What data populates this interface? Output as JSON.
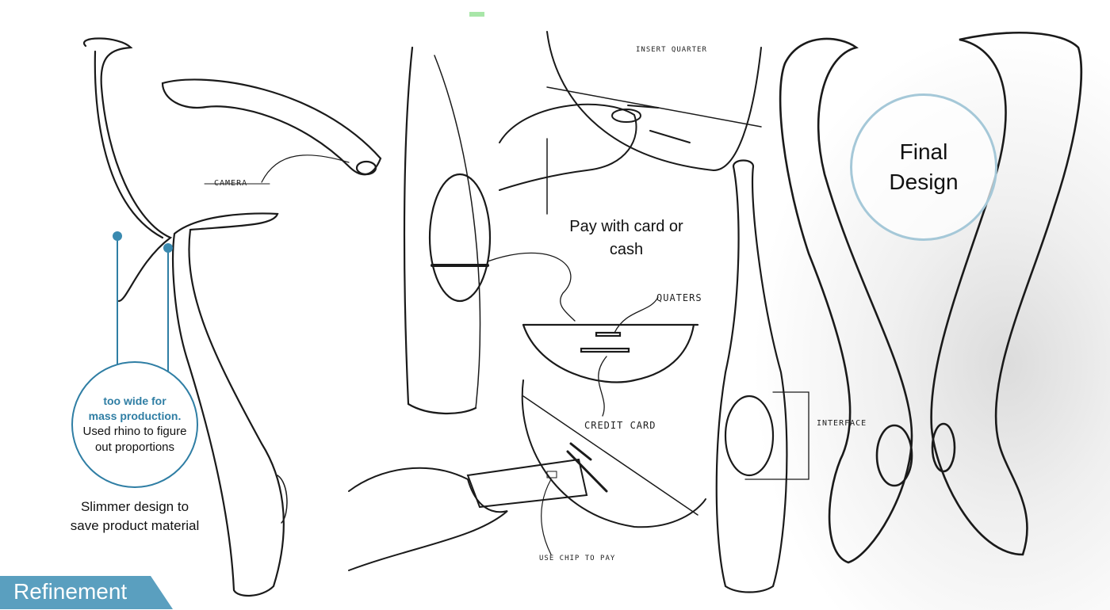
{
  "section_banner": "Refinement",
  "annotations": {
    "camera": "CAMERA",
    "insert_quarter": "INSERT QUARTER",
    "quarters": "QUATERS",
    "credit_card": "CREDIT CARD",
    "use_chip": "USE CHIP TO PAY",
    "interface": "INTERFACE"
  },
  "note_circle": {
    "bold_line1": "too wide for",
    "bold_line2": "mass production.",
    "line3": "Used rhino to figure",
    "line4": "out proportions"
  },
  "slimmer_note": {
    "line1": "Slimmer design to",
    "line2": "save product material"
  },
  "pay_note": {
    "line1": "Pay with card or",
    "line2": "cash"
  },
  "final_design": {
    "line1": "Final",
    "line2": "Design"
  },
  "colors": {
    "accent": "#2f7ea4",
    "banner": "#5a9fbf",
    "final_ring": "#a5c8d8"
  }
}
